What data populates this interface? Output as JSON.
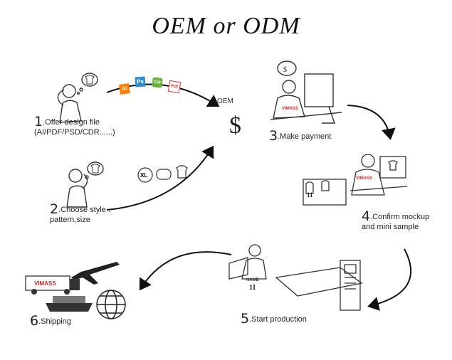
{
  "title": "OEM or ODM",
  "center": {
    "oem_label": "OEM",
    "currency_symbol": "$"
  },
  "steps": [
    {
      "num": "1",
      "text": ".Offer design file",
      "text2": "(AI/PDF/PSD/CDR......)"
    },
    {
      "num": "2",
      "text": ".Choose",
      "text_b": "style .",
      "text2": "pattern,size"
    },
    {
      "num": "3",
      "text": ".Make payment"
    },
    {
      "num": "4",
      "text": ".Confirm mockup",
      "text2": "and mini sample"
    },
    {
      "num": "5",
      "text": ".Start production"
    },
    {
      "num": "6",
      "text": ".Shipping"
    }
  ],
  "file_icons": [
    "Ai",
    "Ps",
    "Cdr",
    "Pdf"
  ],
  "size_badge": "XL",
  "brand": "VIMASS",
  "shirt_text": {
    "name": "NAME",
    "number": "11"
  },
  "icon_names": [
    "illustrator-icon",
    "photoshop-icon",
    "coreldraw-icon",
    "pdf-icon",
    "tshirt-icon",
    "airplane-icon",
    "truck-icon",
    "ship-icon",
    "globe-icon",
    "monitor-icon"
  ],
  "colors": {
    "brand_red": "#d7262b",
    "ink": "#222222",
    "ai": "#ff7c00",
    "ps": "#2e8bd6",
    "cdr": "#6cb33e",
    "pdf": "#e0322a"
  }
}
